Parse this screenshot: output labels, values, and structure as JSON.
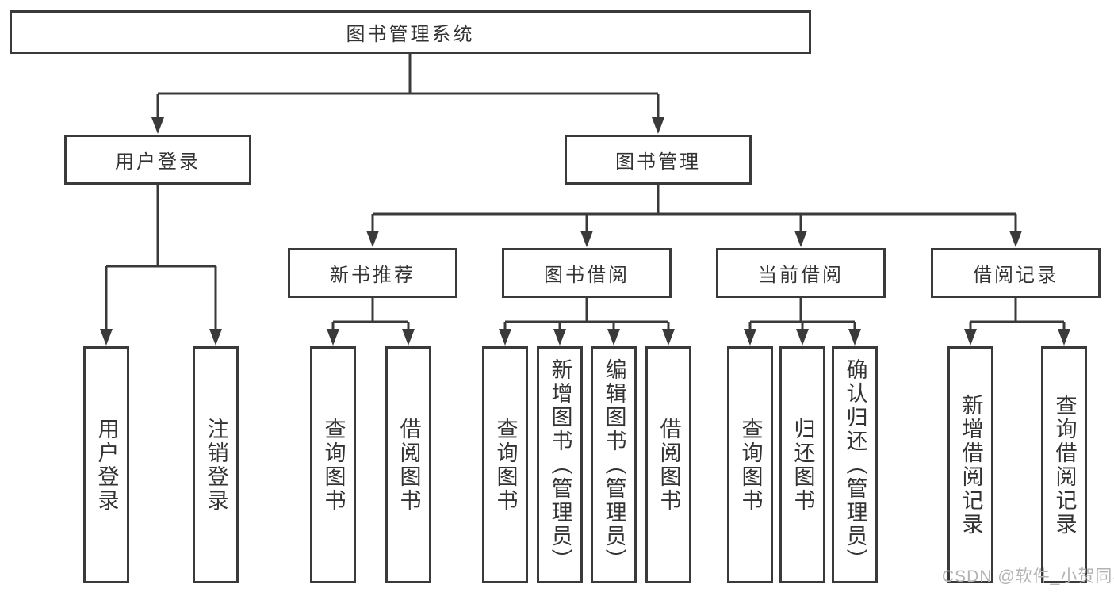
{
  "tree": {
    "root": {
      "label": "图书管理系统"
    },
    "branches": [
      {
        "label": "用户登录",
        "children": [
          {
            "label": "用户登录"
          },
          {
            "label": "注销登录"
          }
        ]
      },
      {
        "label": "图书管理",
        "children": [
          {
            "label": "新书推荐",
            "children": [
              {
                "label": "查询图书"
              },
              {
                "label": "借阅图书"
              }
            ]
          },
          {
            "label": "图书借阅",
            "children": [
              {
                "label": "查询图书"
              },
              {
                "label": "新增图书（管理员）"
              },
              {
                "label": "编辑图书（管理员）"
              },
              {
                "label": "借阅图书"
              }
            ]
          },
          {
            "label": "当前借阅",
            "children": [
              {
                "label": "查询图书"
              },
              {
                "label": "归还图书"
              },
              {
                "label": "确认归还（管理员）"
              }
            ]
          },
          {
            "label": "借阅记录",
            "children": [
              {
                "label": "新增借阅记录"
              },
              {
                "label": "查询借阅记录"
              }
            ]
          }
        ]
      }
    ]
  },
  "watermark": "CSDN @软件_小贺同学",
  "colors": {
    "line": "#3a3a3a",
    "box_border": "#3a3a3a",
    "text": "#333333",
    "watermark": "#b3b3b3",
    "background": "#ffffff"
  }
}
